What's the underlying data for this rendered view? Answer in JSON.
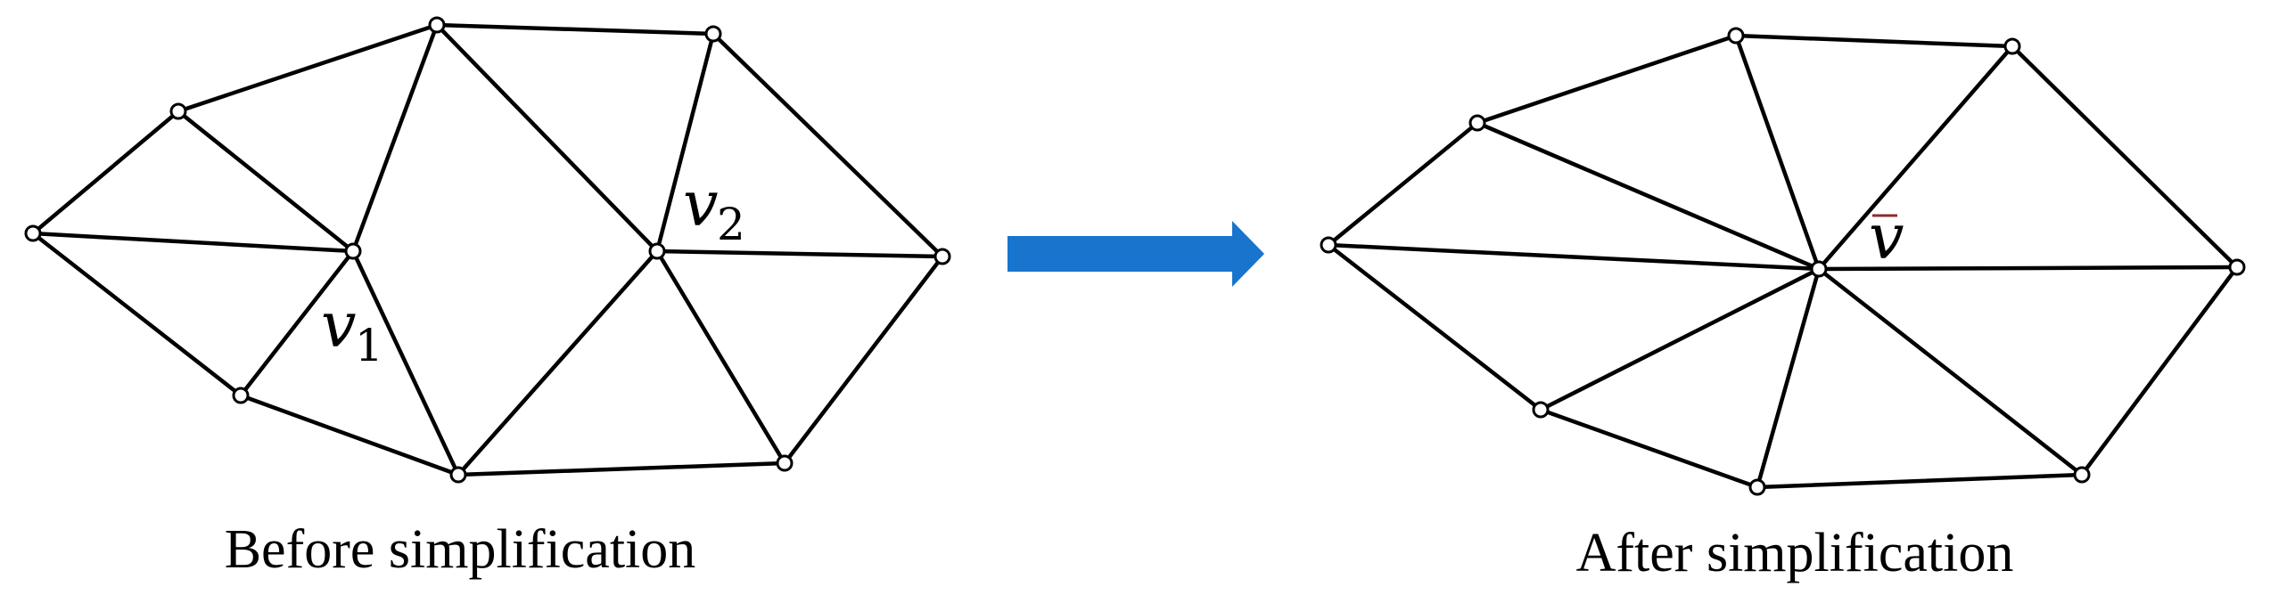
{
  "captions": {
    "before": "Before simplification",
    "after": "After simplification"
  },
  "labels": {
    "v1_base": "v",
    "v1_sub": "1",
    "v2_base": "v",
    "v2_sub": "2",
    "vbar": "v"
  },
  "colors": {
    "arrow": "#1874CD",
    "lines": "#000000",
    "vbar_bar": "#8B2E2E",
    "background": "#FFFFFF"
  }
}
